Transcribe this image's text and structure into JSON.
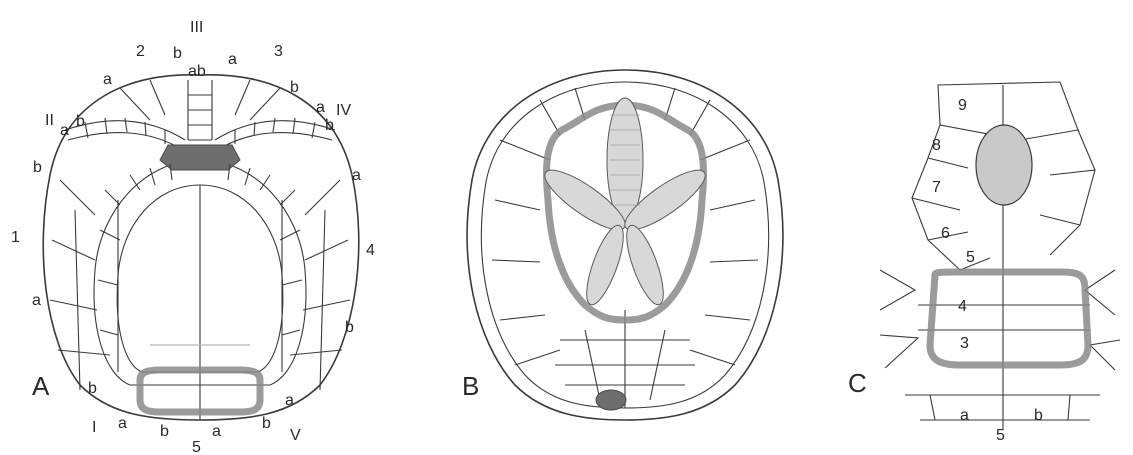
{
  "panels": {
    "a": {
      "letter": "A",
      "labels": {
        "roman_I": "I",
        "roman_II": "II",
        "roman_III": "III",
        "roman_IV": "IV",
        "roman_V": "V",
        "num_1": "1",
        "num_2": "2",
        "num_3": "3",
        "num_4": "4",
        "num_5": "5",
        "t_b1": "b",
        "t_ab": "ab",
        "t_a1": "a",
        "l_a_top": "a",
        "l_a_ii": "a",
        "l_b_ii": "b",
        "l_b_left": "b",
        "l_a_left": "a",
        "r_b_top": "b",
        "r_a_iv": "a",
        "r_b_iv": "b",
        "r_a_right": "a",
        "r_b_right": "b",
        "bl_b": "b",
        "bl_a": "a",
        "bm_b": "b",
        "bm_a": "a",
        "br_b": "b",
        "br_a": "a"
      }
    },
    "b": {
      "letter": "B"
    },
    "c": {
      "letter": "C",
      "plates": {
        "p9": "9",
        "p8": "8",
        "p7": "7",
        "p6": "6",
        "p5": "5",
        "p4": "4",
        "p3": "3"
      },
      "bottom": {
        "a": "a",
        "five": "5",
        "b": "b"
      }
    }
  }
}
